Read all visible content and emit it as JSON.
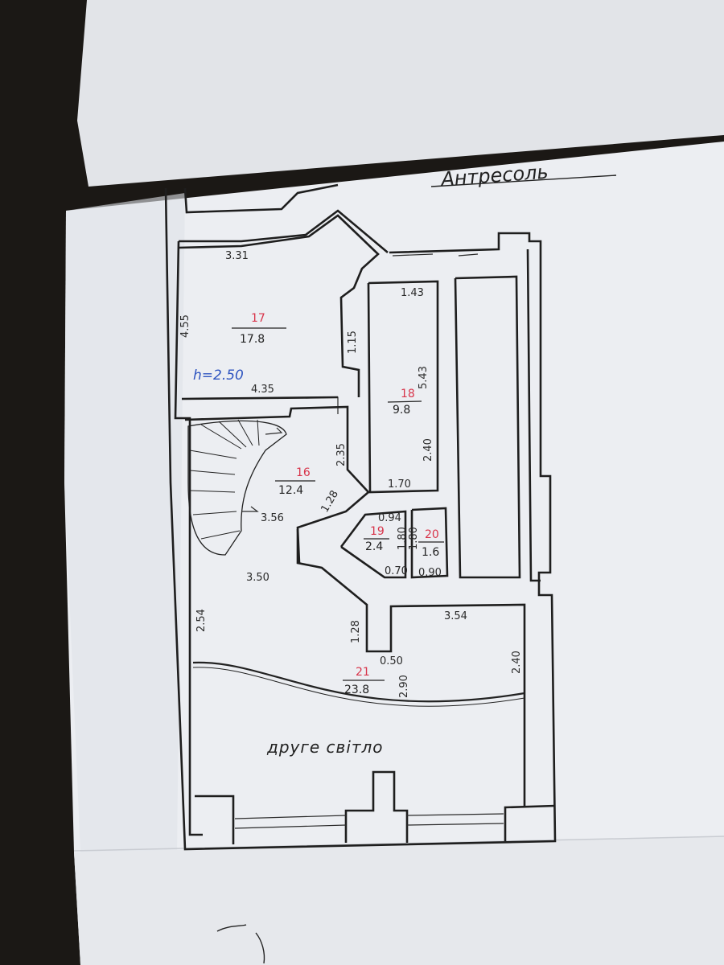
{
  "sheet_title": "Антресоль",
  "ceiling_height": "h=2.50",
  "second_light_label": "друге світло",
  "colors": {
    "room_number": "#d8344a",
    "height_note": "#2f55c0",
    "ink": "#1e1e1e",
    "paper": "#eef0f4"
  },
  "rooms": [
    {
      "number": "17",
      "area": "17.8"
    },
    {
      "number": "18",
      "area": "9.8"
    },
    {
      "number": "16",
      "area": "12.4"
    },
    {
      "number": "19",
      "area": "2.4"
    },
    {
      "number": "20",
      "area": "1.6"
    },
    {
      "number": "21",
      "area": "23.8"
    }
  ],
  "dimensions": {
    "r17_top": "3.31",
    "r17_left": "4.55",
    "r17_right": "1.15",
    "r17_bottom": "4.35",
    "r18_top": "1.43",
    "r18_right_upper": "5.43",
    "r18_right_lower": "2.40",
    "r18_bottom": "1.70",
    "r16_right": "2.35",
    "r16_stair": "3.56",
    "r16_diag": "1.28",
    "r19_top": "0.94",
    "r19_side": "1.80",
    "r19_bottom": "0.70",
    "r20_side": "1.80",
    "r20_bottom": "0.90",
    "hall_width": "3.50",
    "hall_left": "2.54",
    "hall_inner": "1.28",
    "hall_jog": "0.50",
    "r21_top": "3.54",
    "r21_right": "2.40",
    "r21_mid": "2.90"
  }
}
